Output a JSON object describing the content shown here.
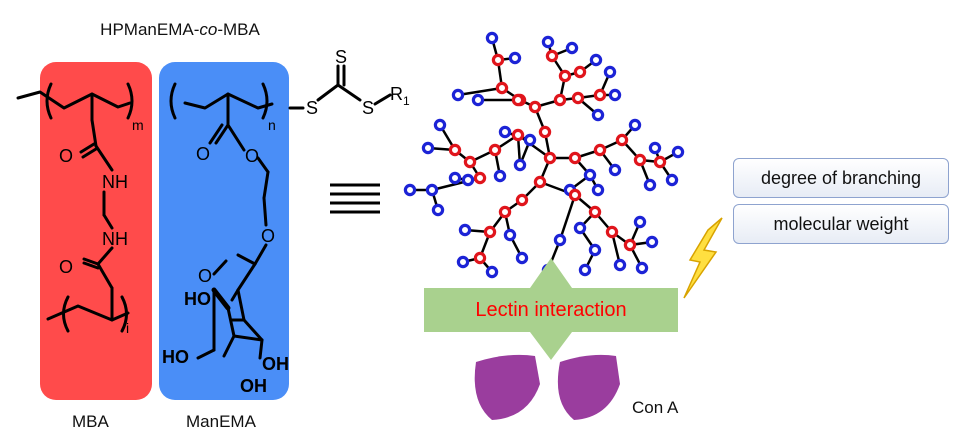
{
  "header": {
    "prefix": "HPManEMA-",
    "italic": "co",
    "suffix": "-MBA"
  },
  "segment_labels": {
    "left": "MBA",
    "right": "ManEMA"
  },
  "repeat_subscripts": {
    "m": "m",
    "n": "n",
    "i": "i"
  },
  "chem_labels": {
    "s_top": "S",
    "s_mid1": "S",
    "s_mid2": "S",
    "r1": "R",
    "r1_sub": "1",
    "o1": "O",
    "nh1": "NH",
    "nh2": "NH",
    "o2": "O",
    "o_ester_dbl": "O",
    "o_ester": "O",
    "o_glyc": "O",
    "o_ring": "O",
    "ho1": "HO",
    "ho2": "HO",
    "oh1": "OH",
    "oh2": "OH"
  },
  "equivalence_symbol": "≡",
  "properties": [
    "degree of branching",
    "molecular weight"
  ],
  "interaction_label": "Lectin interaction",
  "protein_label": "Con A",
  "colors": {
    "mba_box": "#ff4b4b",
    "manema_box": "#4a8ef7",
    "branch_node": "#e0151c",
    "terminal_node": "#1c23d6",
    "arrow_fill": "#a9d18e",
    "protein": "#9a3d9e",
    "lightning": "#ffdf40"
  }
}
